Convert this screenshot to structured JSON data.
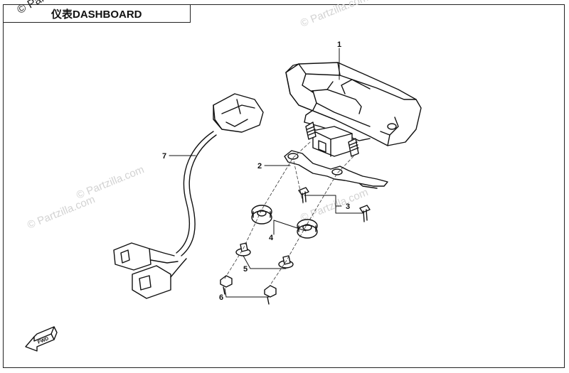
{
  "header": {
    "title": "仪表DASHBOARD",
    "watermark_main": "© Partzilla",
    "watermark_text": "© Partzilla.com"
  },
  "callouts": [
    "1",
    "2",
    "3",
    "4",
    "5",
    "6",
    "7"
  ],
  "direction_label": "FWD"
}
